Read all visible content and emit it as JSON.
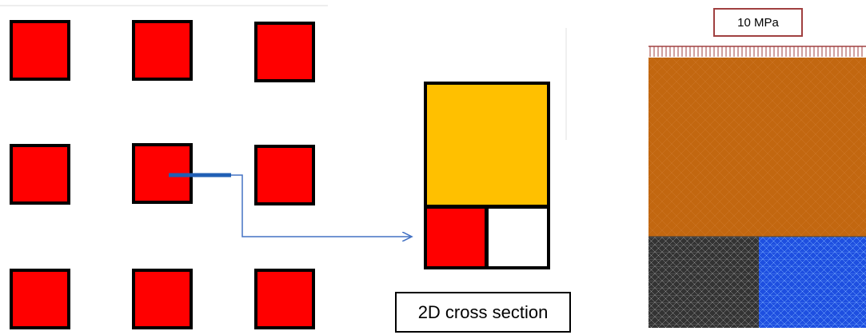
{
  "colors": {
    "inclusion": "#ff0000",
    "matrix": "#ffc000",
    "void": "#ffffff",
    "arrow": "#4472c4",
    "fem_matrix": "#c26710",
    "fem_inclusion": "#333333",
    "fem_void": "#1e4fe0",
    "load_box_border": "#a04040"
  },
  "grid": {
    "rows": 3,
    "cols": 3
  },
  "labels": {
    "cross_section": "2D cross section",
    "load": "10 MPa"
  }
}
